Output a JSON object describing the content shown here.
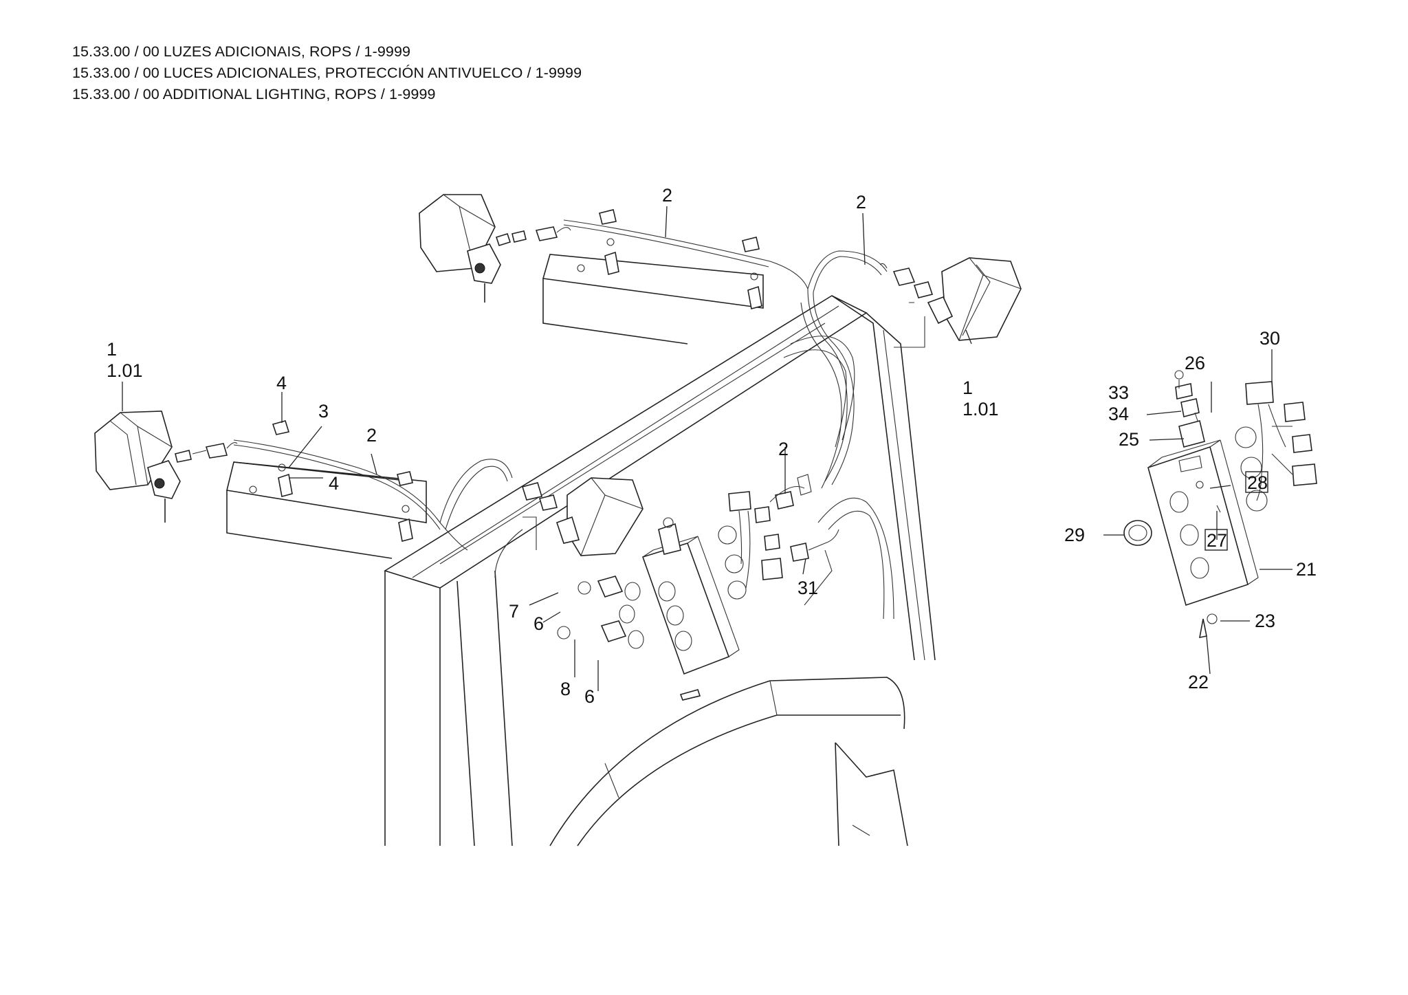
{
  "header": {
    "title_pt": "15.33.00 / 00 LUZES ADICIONAIS, ROPS / 1-9999",
    "title_es": "15.33.00 / 00 LUCES ADICIONALES, PROTECCIÓN ANTIVUELCO / 1-9999",
    "title_en": "15.33.00 / 00 ADDITIONAL LIGHTING, ROPS / 1-9999"
  },
  "callouts": {
    "c1_left": "1",
    "c101_left": "1.01",
    "c4_top": "4",
    "c3": "3",
    "c2_left": "2",
    "c4_mid": "4",
    "c2_top_mid": "2",
    "c2_top_right": "2",
    "c1_right": "1",
    "c101_right": "1.01",
    "c2_center": "2",
    "c31": "31",
    "c7": "7",
    "c6_upper": "6",
    "c8": "8",
    "c6_lower": "6",
    "c30": "30",
    "c26": "26",
    "c33": "33",
    "c34": "34",
    "c25": "25",
    "c28": "28",
    "c29": "29",
    "c27": "27",
    "c21": "21",
    "c23": "23",
    "c22": "22"
  }
}
